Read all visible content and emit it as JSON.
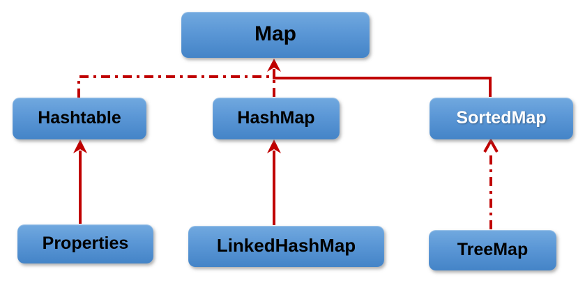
{
  "diagram": {
    "nodes": {
      "map": {
        "label": "Map",
        "text_color": "#000000"
      },
      "hashtable": {
        "label": "Hashtable",
        "text_color": "#000000"
      },
      "hashmap": {
        "label": "HashMap",
        "text_color": "#000000"
      },
      "sortedmap": {
        "label": "SortedMap",
        "text_color": "#ffffff"
      },
      "properties": {
        "label": "Properties",
        "text_color": "#000000"
      },
      "linkedhashmap": {
        "label": "LinkedHashMap",
        "text_color": "#000000"
      },
      "treemap": {
        "label": "TreeMap",
        "text_color": "#000000"
      }
    },
    "edges": [
      {
        "from": "Hashtable",
        "to": "Map",
        "line": "dash-dot",
        "arrowhead": "filled"
      },
      {
        "from": "HashMap",
        "to": "Map",
        "line": "dash-dot",
        "arrowhead": "filled"
      },
      {
        "from": "SortedMap",
        "to": "Map",
        "line": "solid",
        "arrowhead": "filled"
      },
      {
        "from": "Properties",
        "to": "Hashtable",
        "line": "solid",
        "arrowhead": "filled"
      },
      {
        "from": "LinkedHashMap",
        "to": "HashMap",
        "line": "solid",
        "arrowhead": "filled"
      },
      {
        "from": "TreeMap",
        "to": "SortedMap",
        "line": "dash-dot",
        "arrowhead": "open"
      }
    ],
    "colors": {
      "background": "#ffffff",
      "node_fill_top": "#71a9df",
      "node_fill_bottom": "#4484c7",
      "node_text_default": "#000000",
      "node_text_sortedmap": "#ffffff",
      "connector": "#c00000"
    }
  }
}
